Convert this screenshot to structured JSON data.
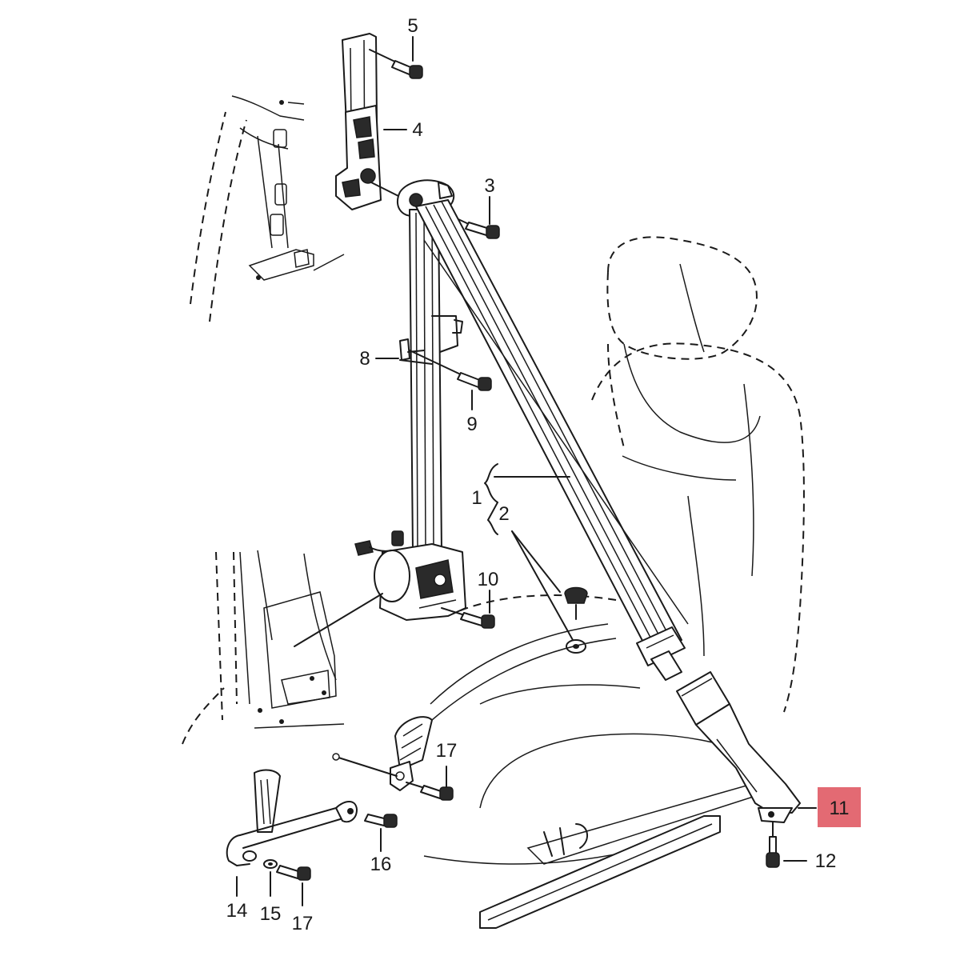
{
  "diagram": {
    "callouts": {
      "c1": "1",
      "c2": "2",
      "c3": "3",
      "c4": "4",
      "c5": "5",
      "c8": "8",
      "c9": "9",
      "c10": "10",
      "c11": "11",
      "c12": "12",
      "c14": "14",
      "c15": "15",
      "c16": "16",
      "c17a": "17",
      "c17b": "17"
    },
    "highlight": {
      "color": "#e36a73",
      "callout": "11"
    }
  }
}
